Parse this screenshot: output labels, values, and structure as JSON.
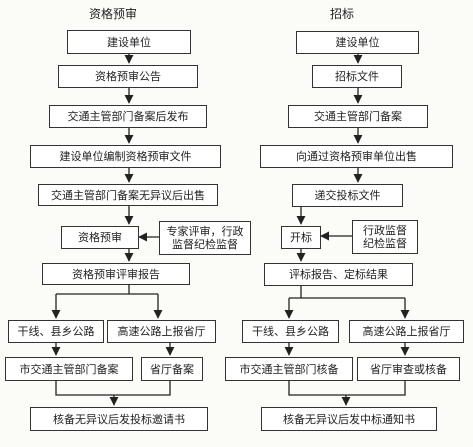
{
  "left": {
    "title": "资格预审",
    "nodes": {
      "n1": "建设单位",
      "n2": "资格预审公告",
      "n3": "交通主管部门备案后发布",
      "n4": "建设单位编制资格预审文件",
      "n5": "交通主管部门备案无异议后出售",
      "n6": "资格预审",
      "n6_side": "专家评审，行政\n监督纪检监督",
      "n7": "资格预审评审报告",
      "n8a": "干线、县乡公路",
      "n8b": "高速公路上报省厅",
      "n9a": "市交通主管部门备案",
      "n9b": "省厅备案",
      "n10": "核备无异议后发投标邀请书"
    }
  },
  "right": {
    "title": "招标",
    "nodes": {
      "n1": "建设单位",
      "n2": "招标文件",
      "n3": "交通主管部门备案",
      "n4": "向通过资格预审单位出售",
      "n5": "递交投标文件",
      "n6": "开标",
      "n6_side": "行政监督\n纪检监督",
      "n7": "评标报告、定标结果",
      "n8a": "干线、县乡公路",
      "n8b": "高速公路上报省厅",
      "n9a": "市交通主管部门核备",
      "n9b": "省厅审查或核备",
      "n10": "核备无异议后发中标通知书"
    }
  }
}
